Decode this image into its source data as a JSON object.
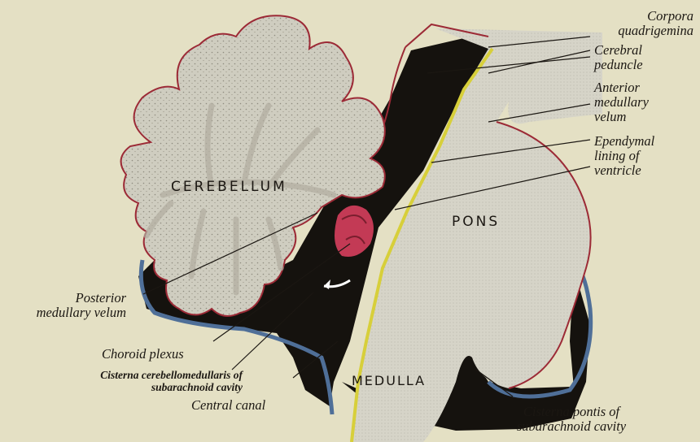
{
  "labels": {
    "corpora_quadrigemina": [
      "Corpora",
      "quadrigemina"
    ],
    "cerebral_peduncle": [
      "Cerebral",
      "peduncle"
    ],
    "anterior_medullary_velum": [
      "Anterior",
      "medullary",
      "velum"
    ],
    "ependymal_lining": [
      "Ependymal",
      "lining of",
      "ventricle"
    ],
    "posterior_medullary_velum": [
      "Posterior",
      "medullary velum"
    ],
    "choroid_plexus": "Choroid plexus",
    "cisterna_cerebellomedullaris": [
      "Cisterna cerebellomedullaris of",
      "subarachnoid cavity"
    ],
    "central_canal": "Central canal",
    "cisterna_pontis": [
      "Cisterna pontis of",
      "subarachnoid cavity"
    ]
  },
  "regions": {
    "cerebellum": "CEREBELLUM",
    "pons": "PONS",
    "medulla": "MEDULLA"
  },
  "colors": {
    "background": "#e4e0c4",
    "tissue": "#d2d0c3",
    "cavity": "#15120e",
    "pia_red": "#9c2a36",
    "ependyma_yellow": "#d7cf3a",
    "dura_blue": "#4f6f98",
    "choroid_red": "#c33a55"
  }
}
